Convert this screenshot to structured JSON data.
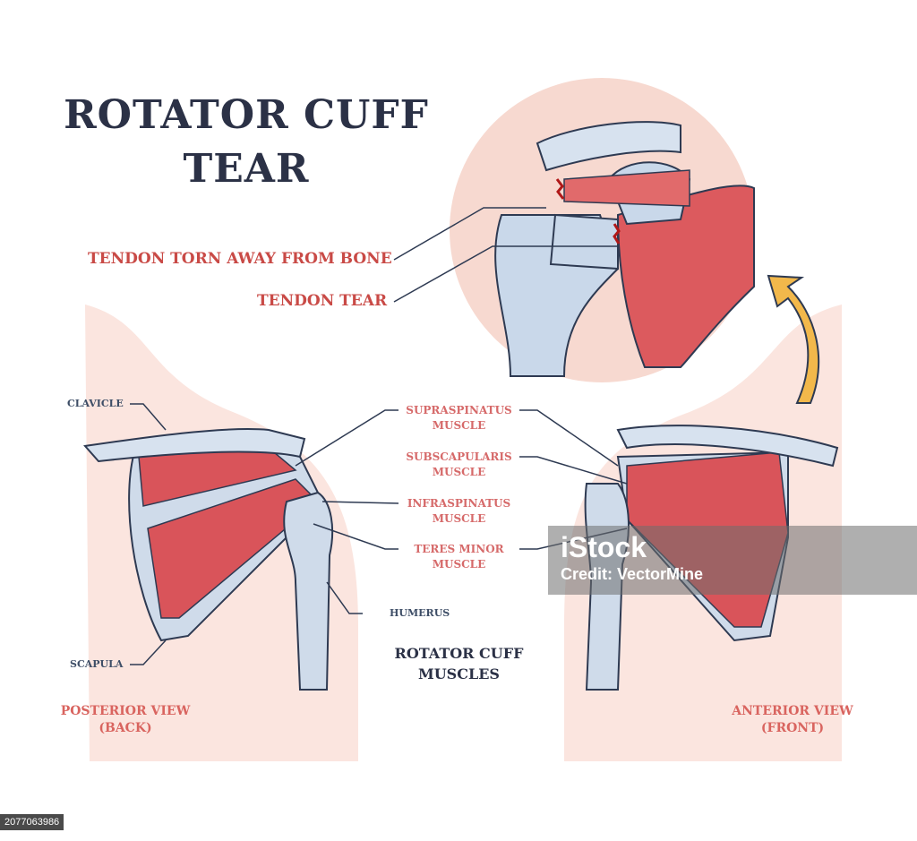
{
  "title": {
    "line1": "ROTATOR CUFF",
    "line2": "TEAR"
  },
  "callouts": {
    "tendon_torn": "TENDON TORN AWAY FROM BONE",
    "tendon_tear": "TENDON TEAR"
  },
  "muscles": [
    {
      "line1": "SUPRASPINATUS",
      "line2": "MUSCLE"
    },
    {
      "line1": "SUBSCAPULARIS",
      "line2": "MUSCLE"
    },
    {
      "line1": "INFRASPINATUS",
      "line2": "MUSCLE"
    },
    {
      "line1": "TERES MINOR",
      "line2": "MUSCLE"
    }
  ],
  "bones": {
    "clavicle": "CLAVICLE",
    "scapula": "SCAPULA",
    "humerus": "HUMERUS"
  },
  "caption": {
    "line1": "ROTATOR CUFF",
    "line2": "MUSCLES"
  },
  "views": {
    "posterior": {
      "line1": "POSTERIOR VIEW",
      "line2": "(BACK)"
    },
    "anterior": {
      "line1": "ANTERIOR VIEW",
      "line2": "(FRONT)"
    }
  },
  "watermark": {
    "logo": "iStock",
    "credit": "Credit: VectorMine"
  },
  "image_id": "2077063986",
  "colors": {
    "muscle": "#d9545a",
    "bone": "#cfdbea",
    "skin": "#f8ddd6",
    "outline": "#2e3a52",
    "arrow": "#f2b84b"
  }
}
